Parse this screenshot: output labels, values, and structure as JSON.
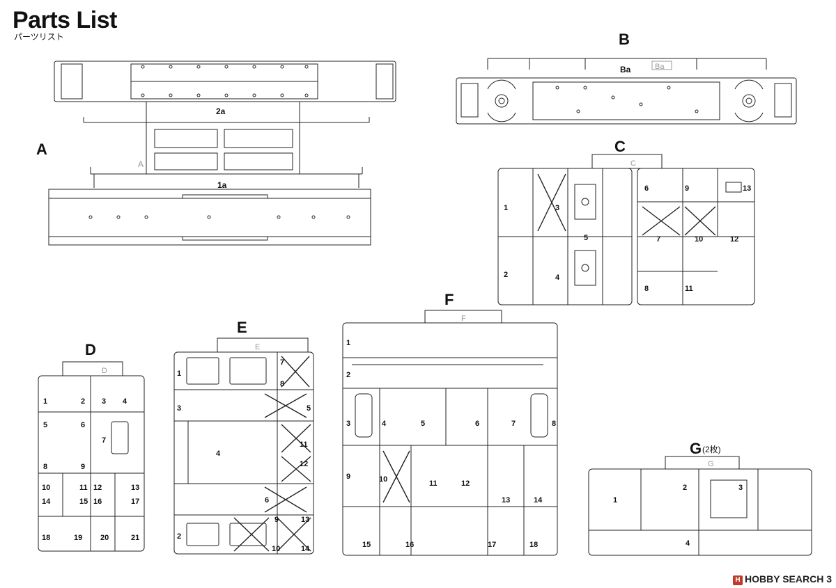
{
  "page": {
    "title": "Parts List",
    "subtitle": "パーツリスト",
    "page_number": "3",
    "watermark": "HOBBY SEARCH"
  },
  "sprues": {
    "A": {
      "letter": "A",
      "tab": "A",
      "parts": [
        "2a",
        "1a"
      ]
    },
    "B": {
      "letter": "B",
      "tab": "Ba",
      "parts": [
        "Ba"
      ]
    },
    "C": {
      "letter": "C",
      "tab": "C",
      "parts": [
        "1",
        "2",
        "3",
        "4",
        "5",
        "6",
        "7",
        "8",
        "9",
        "10",
        "11",
        "12",
        "13"
      ]
    },
    "D": {
      "letter": "D",
      "tab": "D",
      "parts": [
        "1",
        "2",
        "3",
        "4",
        "5",
        "6",
        "7",
        "8",
        "9",
        "10",
        "11",
        "12",
        "13",
        "14",
        "15",
        "16",
        "17",
        "18",
        "19",
        "20",
        "21"
      ]
    },
    "E": {
      "letter": "E",
      "tab": "E",
      "parts": [
        "1",
        "2",
        "3",
        "4",
        "5",
        "6",
        "7",
        "8",
        "9",
        "10",
        "11",
        "12",
        "13",
        "14"
      ]
    },
    "F": {
      "letter": "F",
      "tab": "F",
      "parts": [
        "1",
        "2",
        "3",
        "4",
        "5",
        "6",
        "7",
        "8",
        "9",
        "10",
        "11",
        "12",
        "13",
        "14",
        "15",
        "16",
        "17",
        "18"
      ]
    },
    "G": {
      "letter": "G",
      "qty": "(2枚)",
      "tab": "G",
      "parts": [
        "1",
        "2",
        "3",
        "4"
      ]
    }
  }
}
